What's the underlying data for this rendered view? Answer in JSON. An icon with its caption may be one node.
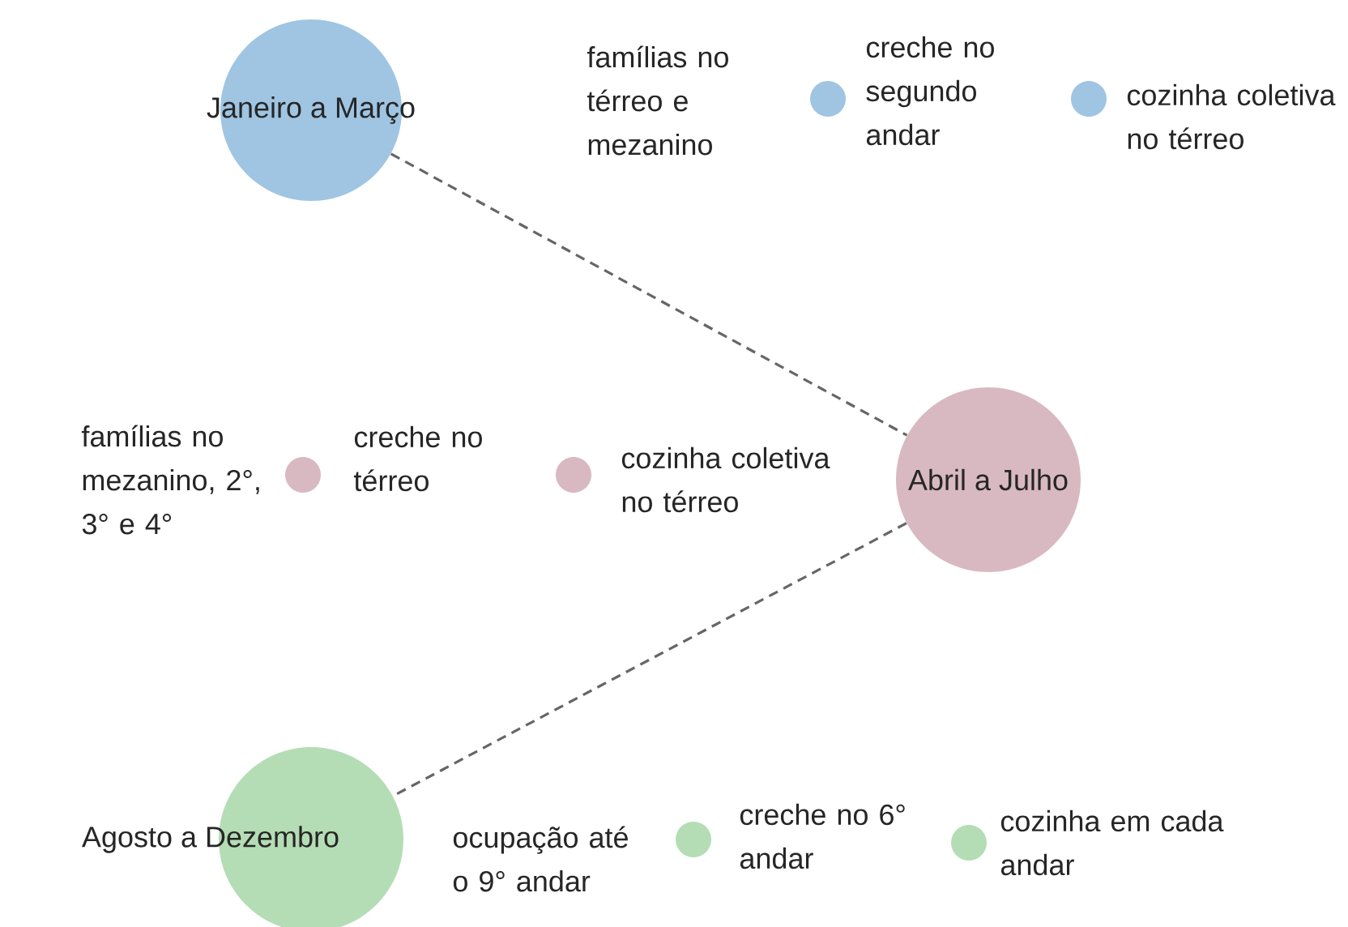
{
  "diagram": {
    "nodes": [
      {
        "text": [
          "Janeiro a Março"
        ]
      },
      {
        "text": [
          "Abril a Julho"
        ]
      },
      {
        "text": [
          "Agosto a Dezembro"
        ]
      }
    ],
    "edges": [
      {
        "from": 0,
        "to": 1,
        "arrow": "none",
        "style": "dashed"
      },
      {
        "from": 1,
        "to": 2,
        "arrow": "none",
        "style": "dashed"
      }
    ],
    "labels": [
      "famílias no térreo e mezanino",
      "creche no segundo andar",
      "cozinha coletiva no térreo",
      "famílias no mezanino, 2°, 3° e 4°",
      "creche no térreo",
      "cozinha coletiva no térreo",
      "ocupação até o 9° andar",
      "creche no 6° andar",
      "cozinha em cada andar"
    ]
  }
}
